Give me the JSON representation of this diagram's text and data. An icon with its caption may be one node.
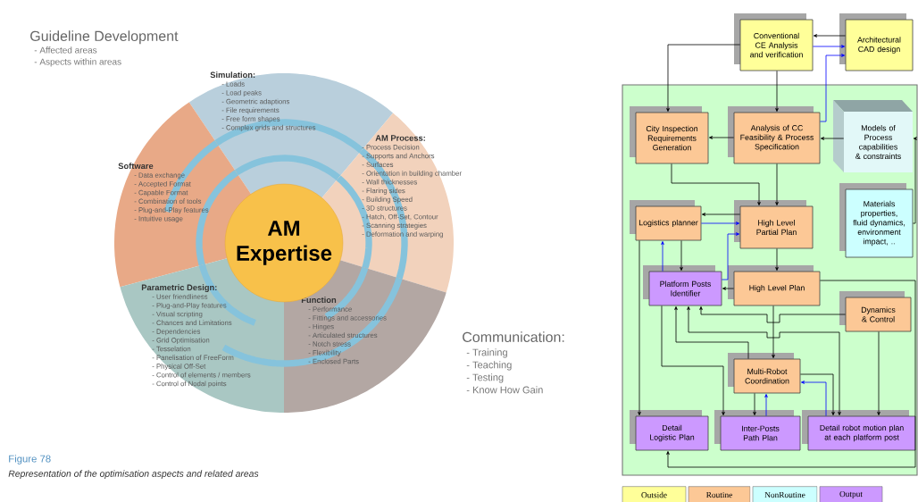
{
  "diagram": {
    "caption": "Representation of the optimisation aspects and related areas",
    "nodes": [
      {
        "text": [
          "Simulation:",
          "- Loads",
          "- Load peaks",
          "- Geometric adaptions",
          "- File requirements",
          "- Free form shapes",
          "- Complex grids and structures"
        ]
      },
      {
        "text": [
          "Software",
          "- Data exchange",
          "- Accepted Format",
          "- Capable Format",
          "- Combination of tools",
          "- Plug-and-Play features",
          "- Intuitive usage"
        ]
      },
      {
        "text": [
          "AM Expertise"
        ]
      },
      {
        "text": [
          "AM Process:",
          "- Process Decision",
          "- Supports and Anchors",
          "- Surfaces",
          "- Orientation in building chamber",
          "- Wall thicknesses",
          "- Flaring sides",
          "- Building Speed",
          "- 3D structures",
          "- Hatch, Off-Set, Contour",
          "- Scanning strategies",
          "- Deformation and warping"
        ]
      },
      {
        "text": [
          "Parametric Design:",
          "- User friendliness",
          "- Plug-and-Play features",
          "- Visual scripting",
          "- Chances and Limitations",
          "- Dependencies",
          "- Grid Optimisation",
          "- Tesselation",
          "- Panelisation of FreeForm",
          "- Physical Off-Set",
          "- Control of elements / members",
          "- Control of Nodal points"
        ]
      },
      {
        "text": [
          "Function",
          "- Performance",
          "- Fittings and accessories",
          "- Hinges",
          "- Articulated structures",
          "- Notch stress",
          "- Flexibility",
          "- Enclosed Parts"
        ]
      },
      {
        "text": [
          "Conventional CE Analysis and verification"
        ]
      },
      {
        "text": [
          "Architectural CAD design"
        ]
      },
      {
        "text": [],
        "shape": "box"
      },
      {
        "text": [
          "City Inspection Requirements Generation"
        ],
        "in": 8
      },
      {
        "text": [
          "Analysis of CC Feasibility & Process Specification"
        ],
        "in": 8
      },
      {
        "text": [
          "Models of Process capabilities & constraints"
        ],
        "in": 8
      },
      {
        "text": [
          "Logistics planner"
        ],
        "in": 8
      },
      {
        "text": [
          "High Level Partial Plan"
        ],
        "in": 8
      },
      {
        "text": [
          "Materials properties, fluid dynamics, environment impact, .."
        ],
        "in": 8
      },
      {
        "text": [
          "Platform Posts Identifier"
        ],
        "in": 8
      },
      {
        "text": [
          "High Level Plan"
        ],
        "in": 8
      },
      {
        "text": [
          "Dynamics & Control"
        ],
        "in": 8
      },
      {
        "text": [
          "Multi-Robot Coordination"
        ],
        "in": 8
      },
      {
        "text": [
          "Detail Logistic Plan"
        ],
        "in": 8
      },
      {
        "text": [
          "Inter-Posts Path Plan"
        ],
        "in": 8
      },
      {
        "text": [
          "Detail robot motion plan at each platform post"
        ],
        "in": 8
      }
    ],
    "edges": [
      {
        "from": 7,
        "to": 6,
        "arrow": "to"
      },
      {
        "from": 6,
        "to": 7,
        "arrow": "to",
        "color": "#0000ff"
      },
      {
        "from": 10,
        "to": 7,
        "arrow": "to",
        "color": "#0000ff"
      },
      {
        "from": 6,
        "to": 9,
        "arrow": "to"
      },
      {
        "from": 6,
        "to": 10,
        "arrow": "to"
      },
      {
        "from": 10,
        "to": 9,
        "arrow": "to"
      },
      {
        "from": 11,
        "to": 10,
        "arrow": "to"
      },
      {
        "from": 14,
        "to": 11,
        "arrow": "to"
      },
      {
        "from": 9,
        "to": 13,
        "arrow": "to"
      },
      {
        "from": 10,
        "to": 13,
        "arrow": "to"
      },
      {
        "from": 13,
        "to": 12,
        "arrow": "to"
      },
      {
        "from": 12,
        "to": 13,
        "arrow": "to",
        "color": "#0000ff"
      },
      {
        "from": 15,
        "to": 13,
        "arrow": "to",
        "color": "#0000ff"
      },
      {
        "from": 15,
        "to": 12,
        "arrow": "to",
        "color": "#0000ff"
      },
      {
        "from": 12,
        "to": 15,
        "arrow": "to"
      },
      {
        "from": 12,
        "to": 19,
        "arrow": "to"
      },
      {
        "from": 13,
        "to": 16,
        "arrow": "to"
      },
      {
        "from": 16,
        "to": 15,
        "arrow": "to"
      },
      {
        "from": 16,
        "to": 18,
        "arrow": "to"
      },
      {
        "from": 17,
        "to": 15,
        "arrow": "to"
      },
      {
        "from": 18,
        "to": 15,
        "arrow": "to"
      },
      {
        "from": 15,
        "to": 21,
        "arrow": "both"
      },
      {
        "from": 15,
        "to": 20,
        "arrow": "to"
      },
      {
        "from": 18,
        "to": 20,
        "arrow": "to"
      },
      {
        "from": 20,
        "to": 18,
        "arrow": "to",
        "color": "#0000ff"
      },
      {
        "from": 18,
        "to": 21,
        "arrow": "to"
      },
      {
        "from": 21,
        "to": 18,
        "arrow": "to",
        "color": "#0000ff"
      },
      {
        "from": 17,
        "to": 21,
        "arrow": "to"
      },
      {
        "from": 16,
        "to": 19,
        "arrow": "to"
      }
    ],
    "labels": [
      "Guideline Development",
      "- Affected areas",
      "- Aspects within areas",
      "Communication:",
      "- Training",
      "- Teaching",
      "- Testing",
      "- Know How Gain",
      "Figure 78"
    ],
    "legend": [
      {
        "text": "Outside",
        "color": "#ffff99"
      },
      {
        "text": "Routine",
        "color": "#fcc896"
      },
      {
        "text": "NonRoutine",
        "color": "#ccffff"
      },
      {
        "text": "Output",
        "color": "#cc99ff"
      }
    ]
  }
}
